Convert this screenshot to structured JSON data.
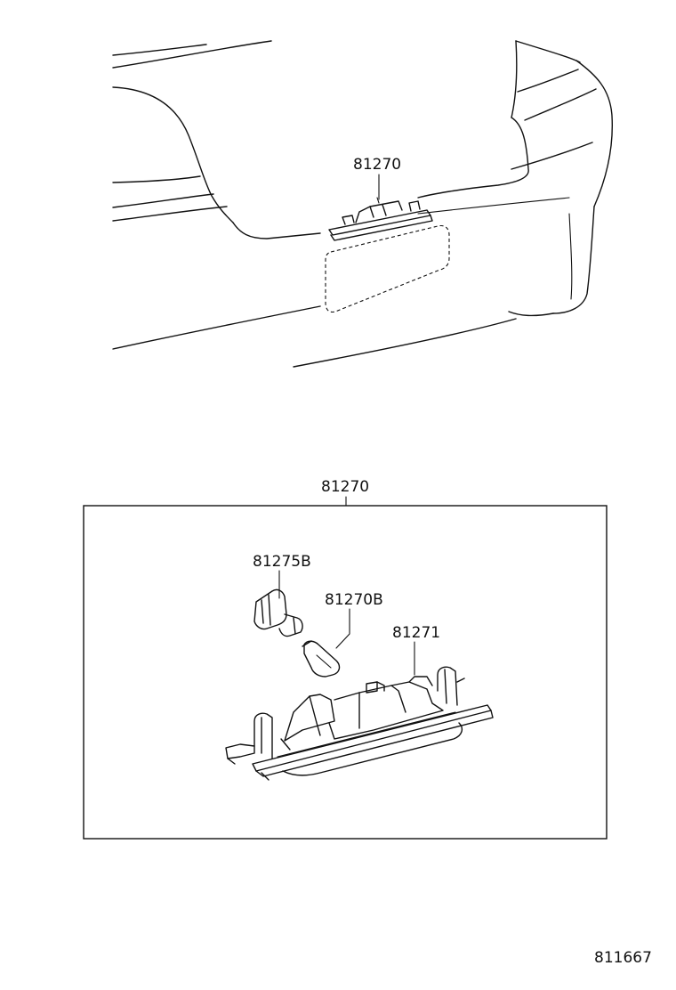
{
  "callouts": {
    "top_assembly": "81270",
    "detail_assembly": "81270",
    "socket": "81275B",
    "bulb": "81270B",
    "housing": "81271"
  },
  "diagram_id": "811667"
}
